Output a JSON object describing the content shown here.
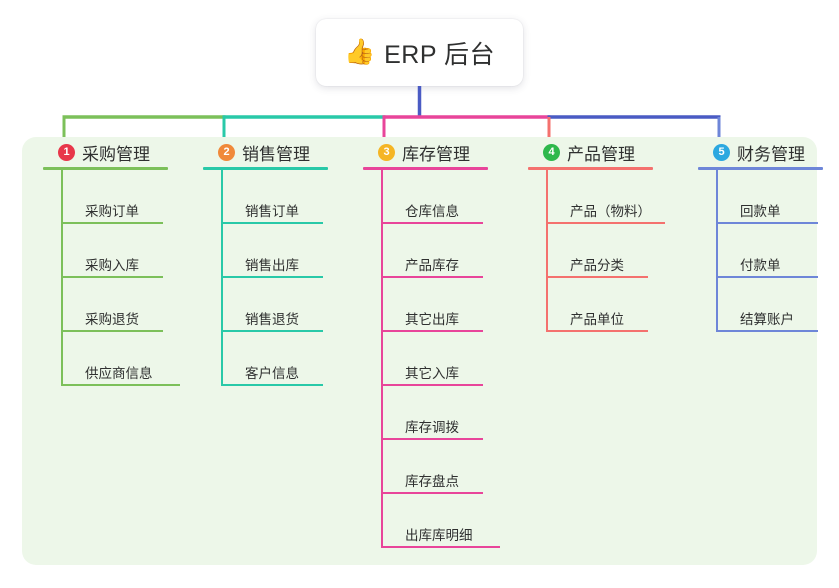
{
  "root": {
    "icon": "thumbs-up-icon",
    "emoji": "👍",
    "title": "ERP 后台"
  },
  "palette": {
    "panel_bg": "#edf7e9",
    "page_bg": "#ffffff",
    "root_connector": "#4a5bc4",
    "text": "#2f3030"
  },
  "columns": [
    {
      "index": "1",
      "title": "采购管理",
      "badge_color": "#e8374a",
      "line_color": "#7cc05a",
      "items": [
        {
          "label": "采购订单"
        },
        {
          "label": "采购入库"
        },
        {
          "label": "采购退货"
        },
        {
          "label": "供应商信息"
        }
      ]
    },
    {
      "index": "2",
      "title": "销售管理",
      "badge_color": "#f0893a",
      "line_color": "#29c9a8",
      "items": [
        {
          "label": "销售订单"
        },
        {
          "label": "销售出库"
        },
        {
          "label": "销售退货"
        },
        {
          "label": "客户信息"
        }
      ]
    },
    {
      "index": "3",
      "title": "库存管理",
      "badge_color": "#f5b524",
      "line_color": "#e8459a",
      "items": [
        {
          "label": "仓库信息"
        },
        {
          "label": "产品库存"
        },
        {
          "label": "其它出库"
        },
        {
          "label": "其它入库"
        },
        {
          "label": "库存调拨"
        },
        {
          "label": "库存盘点"
        },
        {
          "label": "出库库明细"
        }
      ]
    },
    {
      "index": "4",
      "title": "产品管理",
      "badge_color": "#2eb84c",
      "line_color": "#f4716e",
      "items": [
        {
          "label": "产品（物料）"
        },
        {
          "label": "产品分类"
        },
        {
          "label": "产品单位"
        }
      ]
    },
    {
      "index": "5",
      "title": "财务管理",
      "badge_color": "#2ca8e0",
      "line_color": "#6e86d8",
      "items": [
        {
          "label": "回款单"
        },
        {
          "label": "付款单"
        },
        {
          "label": "结算账户"
        }
      ]
    }
  ]
}
